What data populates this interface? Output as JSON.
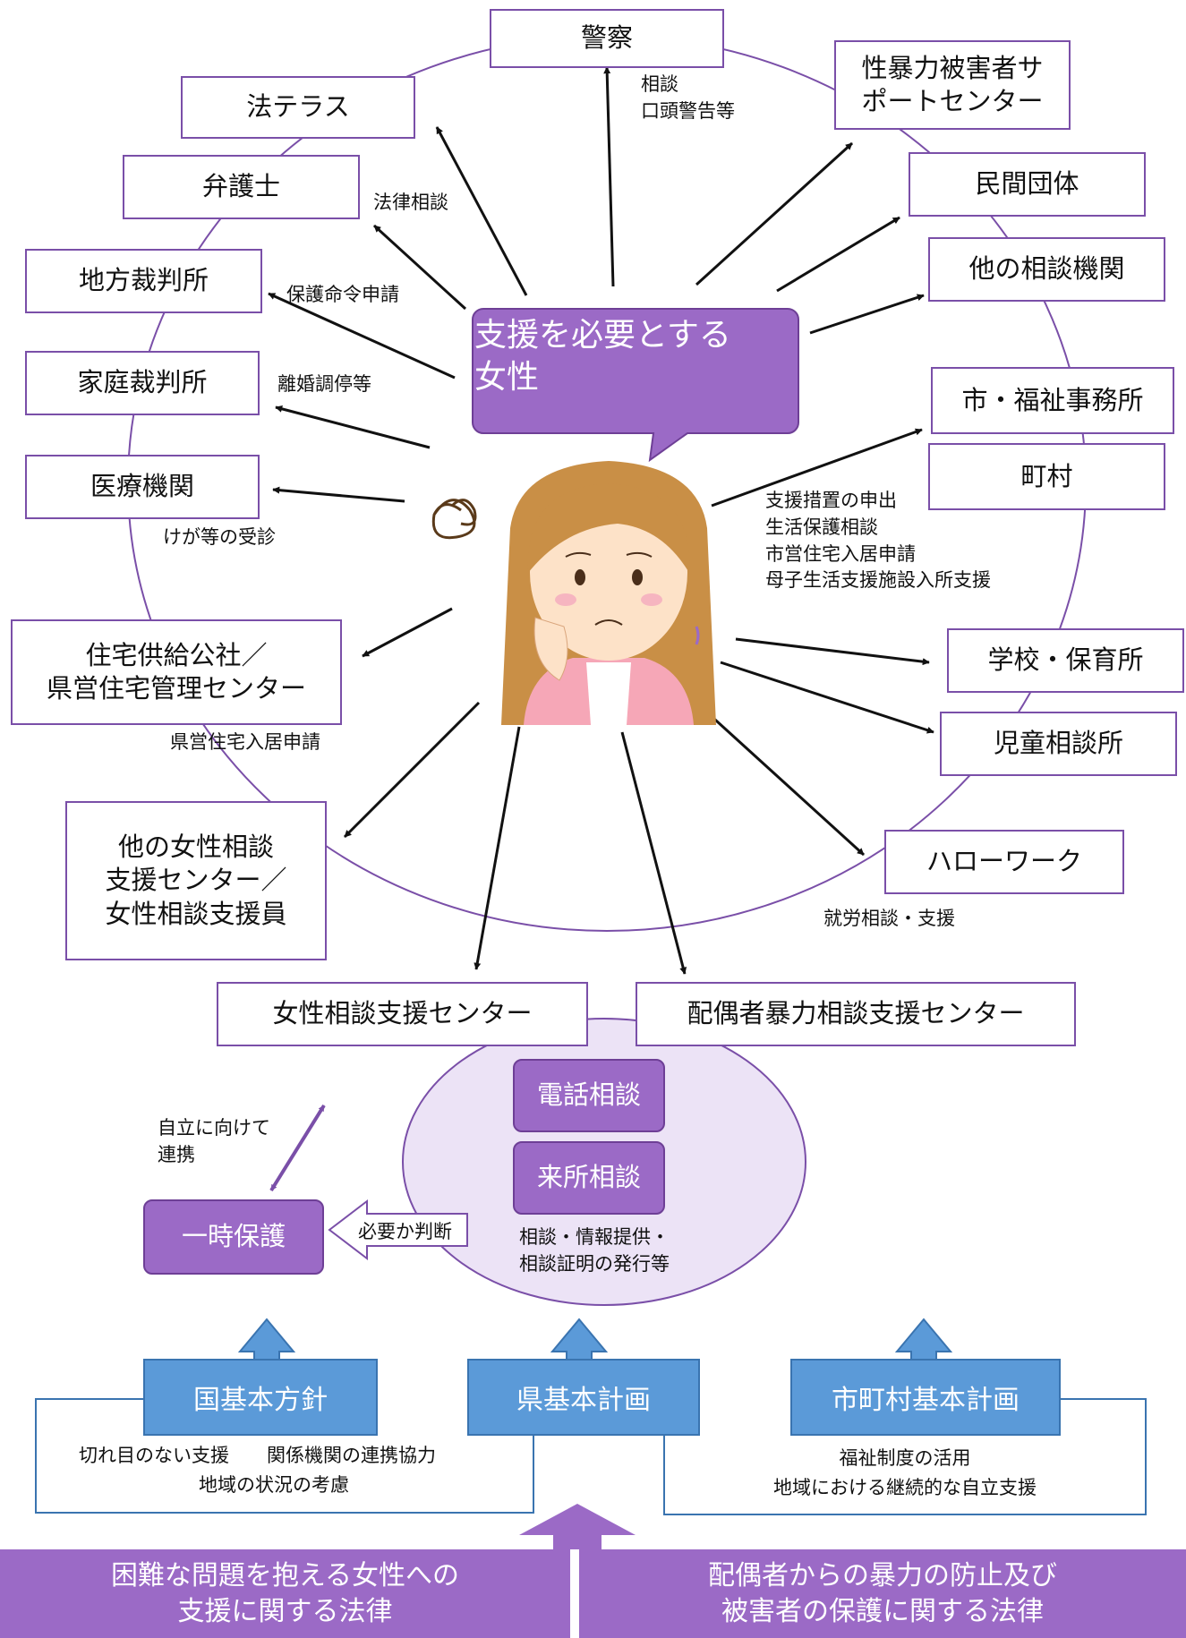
{
  "center": {
    "bubble_text": "支援を必要とする\n女性"
  },
  "nodes": {
    "police": "警察",
    "legal_terrace": "法テラス",
    "lawyer": "弁護士",
    "district_court": "地方裁判所",
    "family_court": "家庭裁判所",
    "medical": "医療機関",
    "housing": "住宅供給公社／\n県営住宅管理センター",
    "other_women_center": "他の女性相談\n支援センター／\n女性相談支援員",
    "sexual_violence_center": "性暴力被害者サ\nポートセンター",
    "private_org": "民間団体",
    "other_consult": "他の相談機関",
    "city_welfare": "市・福祉事務所",
    "town_village": "町村",
    "school": "学校・保育所",
    "child_consult": "児童相談所",
    "hello_work": "ハローワーク",
    "women_support_center": "女性相談支援センター",
    "dv_center": "配偶者暴力相談支援センター",
    "temp_protection": "一時保護",
    "phone_consult": "電話相談",
    "visit_consult": "来所相談"
  },
  "labels": {
    "police": "相談\n口頭警告等",
    "lawyer": "法律相談",
    "district_court": "保護命令申請",
    "family_court": "離婚調停等",
    "medical": "けが等の受診",
    "housing": "県営住宅入居申請",
    "city": "支援措置の申出\n生活保護相談\n市営住宅入居申請\n母子生活支援施設入所支援",
    "hello_work": "就労相談・支援",
    "independence": "自立に向けて\n連携",
    "judgment": "必要か判断",
    "center_services": "相談・情報提供・\n相談証明の発行等"
  },
  "plans": {
    "national": "国基本方針",
    "prefecture": "県基本計画",
    "municipal": "市町村基本計画",
    "national_desc_1": "切れ目のない支援　　関係機関の連携協力",
    "national_desc_2": "地域の状況の考慮",
    "municipal_desc_1": "福祉制度の活用",
    "municipal_desc_2": "地域における継続的な自立支援"
  },
  "laws": {
    "left": "困難な問題を抱える女性への\n支援に関する法律",
    "right": "配偶者からの暴力の防止及び\n被害者の保護に関する法律"
  },
  "colors": {
    "purple": "#9b6ac6",
    "lavender": "#ece3f6",
    "blue": "#5b9ad8",
    "ring": "#7a4fa8"
  }
}
